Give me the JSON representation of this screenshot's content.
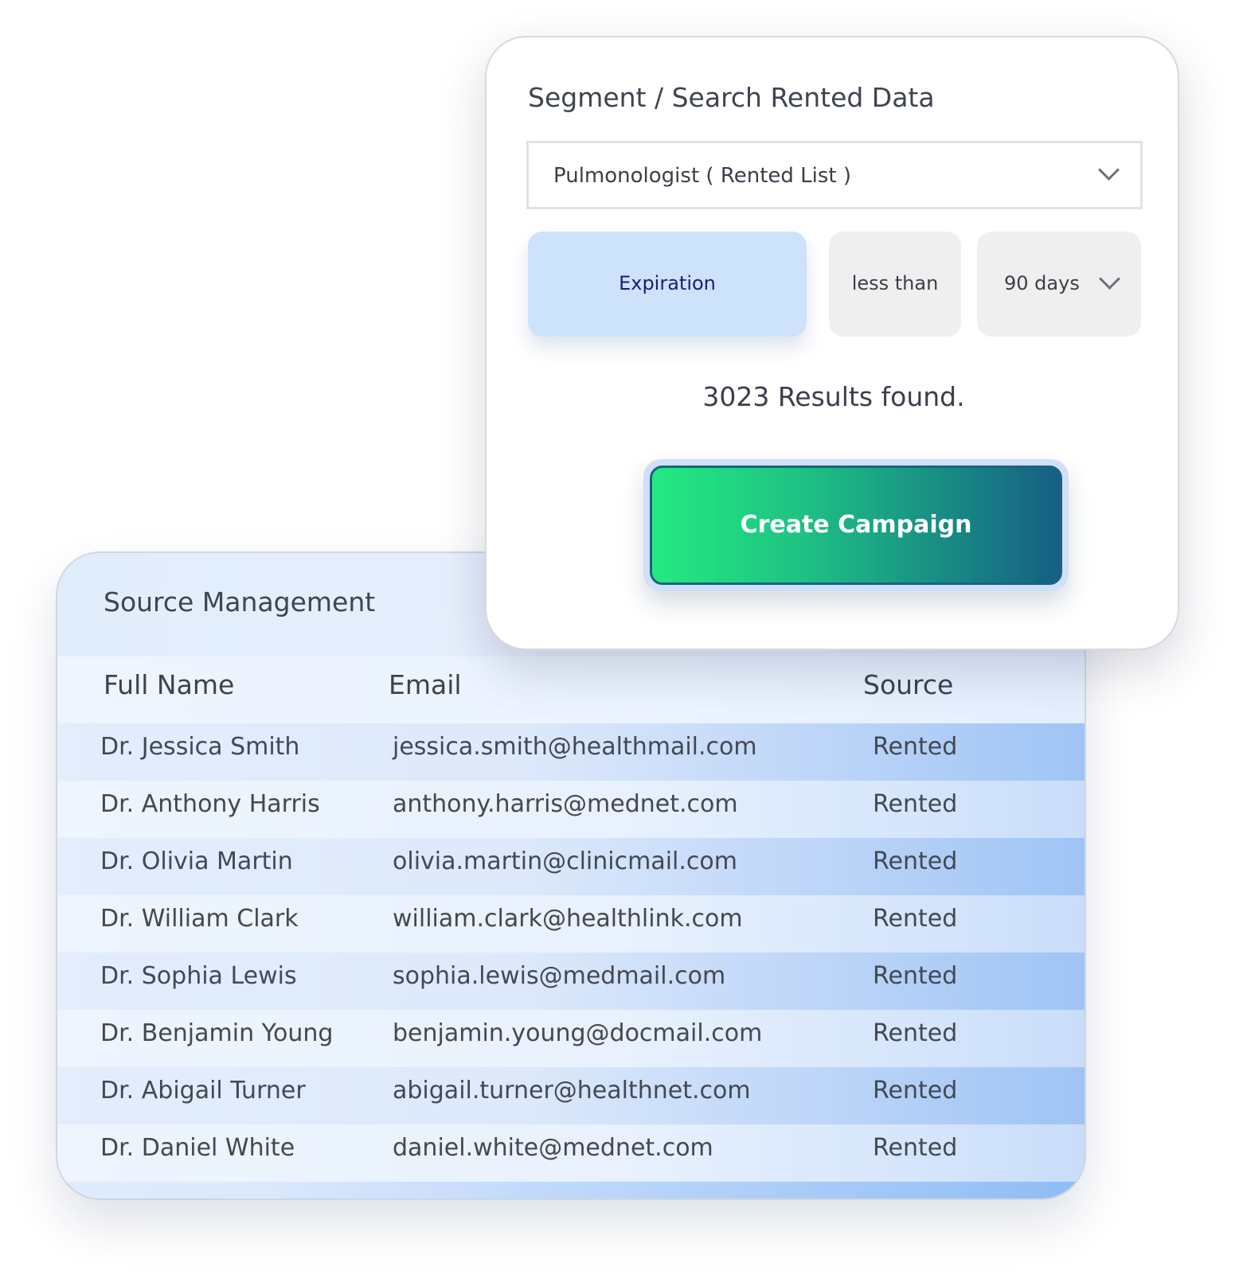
{
  "source_management": {
    "title": "Source Management",
    "columns": {
      "full_name": "Full Name",
      "email": "Email",
      "source": "Source"
    },
    "rows": [
      {
        "name": "Dr. Jessica Smith",
        "email": "jessica.smith@healthmail.com",
        "source": "Rented"
      },
      {
        "name": "Dr. Anthony Harris",
        "email": "anthony.harris@mednet.com",
        "source": "Rented"
      },
      {
        "name": "Dr. Olivia Martin",
        "email": "olivia.martin@clinicmail.com",
        "source": "Rented"
      },
      {
        "name": "Dr. William Clark",
        "email": "william.clark@healthlink.com",
        "source": "Rented"
      },
      {
        "name": "Dr. Sophia Lewis",
        "email": "sophia.lewis@medmail.com",
        "source": "Rented"
      },
      {
        "name": "Dr. Benjamin Young",
        "email": "benjamin.young@docmail.com",
        "source": "Rented"
      },
      {
        "name": "Dr. Abigail Turner",
        "email": "abigail.turner@healthnet.com",
        "source": "Rented"
      },
      {
        "name": "Dr. Daniel White",
        "email": "daniel.white@mednet.com",
        "source": "Rented"
      }
    ]
  },
  "segment": {
    "title": "Segment / Search Rented Data",
    "list_select": {
      "value": "Pulmonologist ( Rented List )",
      "icon": "chevron-down-icon"
    },
    "filter": {
      "field": "Expiration",
      "operator": "less than",
      "value": "90 days",
      "value_icon": "chevron-down-icon"
    },
    "results_text": "3023 Results found.",
    "create_button": "Create Campaign"
  },
  "colors": {
    "field_pill": "#cde2fb",
    "field_text": "#1c1c7a",
    "button_gradient_start": "#23ea80",
    "button_gradient_end": "#165e83"
  }
}
